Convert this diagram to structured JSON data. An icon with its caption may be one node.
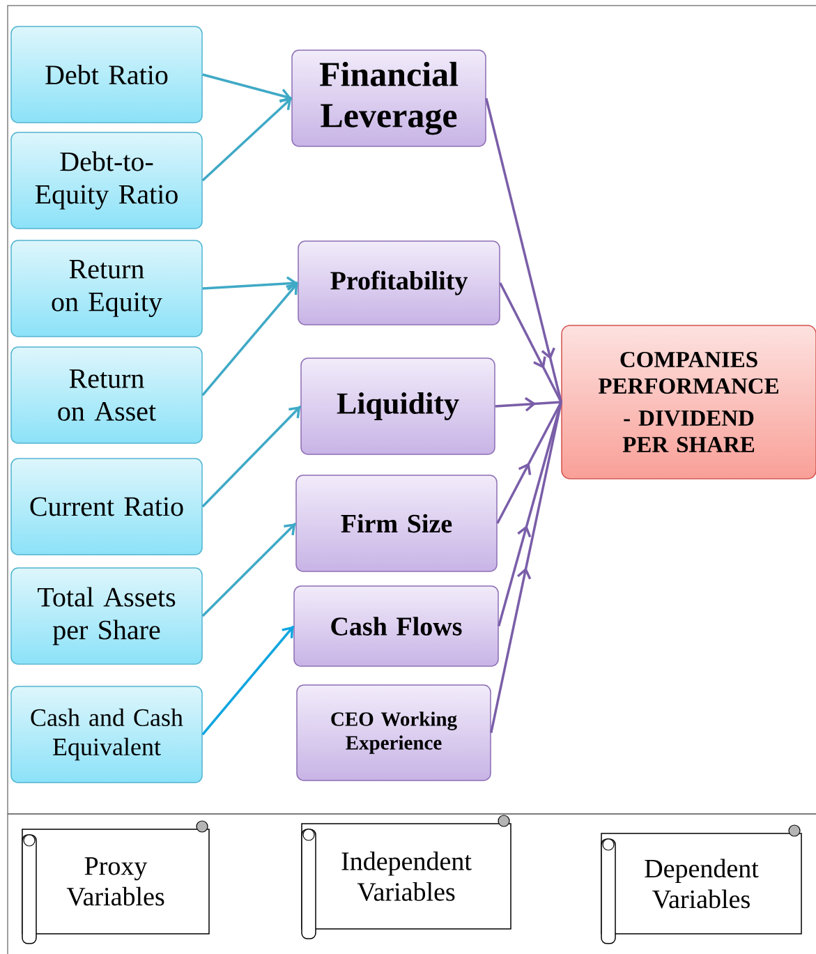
{
  "diagram": {
    "nodes": [
      {
        "text": [
          "Debt Ratio"
        ]
      },
      {
        "text": [
          "Debt-to-Equity Ratio"
        ]
      },
      {
        "text": [
          "Return on Equity"
        ]
      },
      {
        "text": [
          "Return on Asset"
        ]
      },
      {
        "text": [
          "Current Ratio"
        ]
      },
      {
        "text": [
          "Total Assets per Share"
        ]
      },
      {
        "text": [
          "Cash and Cash Equivalent"
        ]
      },
      {
        "text": [
          "Financial Leverage"
        ]
      },
      {
        "text": [
          "Profitability"
        ]
      },
      {
        "text": [
          "Liquidity"
        ]
      },
      {
        "text": [
          "Firm Size"
        ]
      },
      {
        "text": [
          "Cash Flows"
        ]
      },
      {
        "text": [
          "CEO Working Experience"
        ]
      },
      {
        "text": [
          "COMPANIES PERFORMANCE",
          "- DIVIDEND PER SHARE"
        ]
      },
      {
        "text": [
          "Proxy Variables"
        ]
      },
      {
        "text": [
          "Independent Variables"
        ]
      },
      {
        "text": [
          "Dependent Variables"
        ]
      }
    ],
    "edges": [
      {
        "from": 0,
        "to": 7,
        "arrow": "to"
      },
      {
        "from": 1,
        "to": 7,
        "arrow": "to"
      },
      {
        "from": 2,
        "to": 8,
        "arrow": "to"
      },
      {
        "from": 3,
        "to": 8,
        "arrow": "to"
      },
      {
        "from": 4,
        "to": 9,
        "arrow": "to"
      },
      {
        "from": 5,
        "to": 10,
        "arrow": "to"
      },
      {
        "from": 6,
        "to": 11,
        "arrow": "to",
        "color": "#0ea5e0"
      },
      {
        "from": 7,
        "to": 13,
        "arrow": "to",
        "color": "#7a5ea8"
      },
      {
        "from": 8,
        "to": 13,
        "arrow": "to",
        "color": "#7a5ea8"
      },
      {
        "from": 9,
        "to": 13,
        "arrow": "to",
        "color": "#7a5ea8"
      },
      {
        "from": 10,
        "to": 13,
        "arrow": "to",
        "color": "#7a5ea8"
      },
      {
        "from": 11,
        "to": 13,
        "arrow": "to",
        "color": "#7a5ea8"
      },
      {
        "from": 12,
        "to": 13,
        "arrow": "to",
        "color": "#7a5ea8"
      }
    ]
  }
}
